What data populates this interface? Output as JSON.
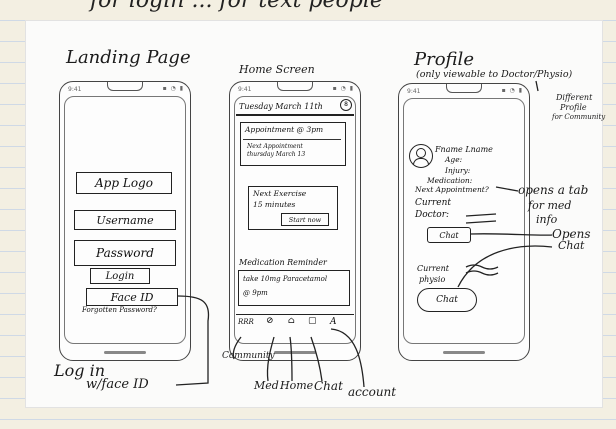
{
  "top_scrawl": "for login ... for text people",
  "landing": {
    "title": "Landing Page",
    "logo": "App Logo",
    "username": "Username",
    "password": "Password",
    "login": "Login",
    "face_id": "Face ID",
    "forgotten": "Forgotten Password?",
    "note_line1": "Log in",
    "note_line2": "w/face ID"
  },
  "home": {
    "title": "Home Screen",
    "date": "Tuesday March 11th",
    "appointment": "Appointment @ 3pm",
    "next_appt_1": "Next Appointment",
    "next_appt_2": "thursday March 13",
    "exercise_1": "Next Exercise",
    "exercise_2": "15 minutes",
    "start_now": "Start now",
    "med_reminder": "Medication Reminder",
    "med_1": "take 10mg Paracetamol",
    "med_2": "@ 9pm",
    "nav_community": "RRR",
    "nav_med": "⊘",
    "nav_home": "⌂",
    "nav_chat": "▢",
    "nav_account": "A",
    "lbl_community": "Community",
    "lbl_med": "Med",
    "lbl_home": "Home",
    "lbl_chat": "Chat",
    "lbl_account": "account"
  },
  "profile": {
    "title": "Profile",
    "subtitle": "(only viewable to Doctor/Physio)",
    "different_1": "Different",
    "different_2": "Profile",
    "different_3": "for Community",
    "name": "Fname Lname",
    "age": "Age:",
    "injury": "Injury:",
    "medication": "Medication:",
    "next_appt": "Next Appointment?",
    "current_doctor_1": "Current",
    "current_doctor_2": "Doctor:",
    "chat_btn": "Chat",
    "opens_tab_1": "opens a tab",
    "opens_tab_2": "for med",
    "opens_tab_3": "info",
    "opens_chat_1": "Opens",
    "opens_chat_2": "Chat",
    "current_physio_1": "Current",
    "current_physio_2": "physio",
    "chat_btn_2": "Chat"
  }
}
